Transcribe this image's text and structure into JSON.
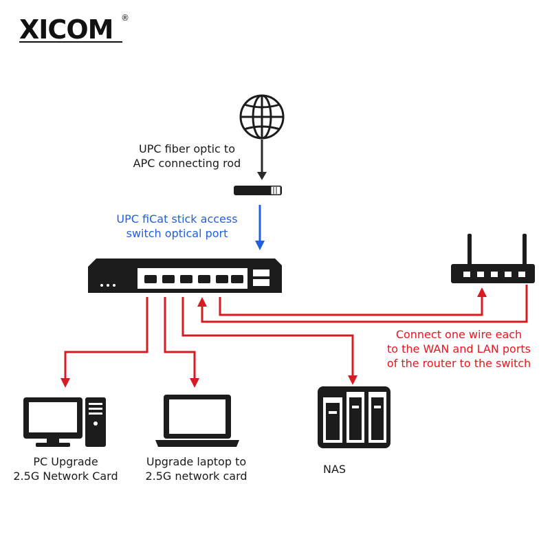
{
  "brand": {
    "name": "XICOM",
    "registered_mark": "®"
  },
  "labels": {
    "upc_to_apc": [
      "UPC fiber optic to",
      "APC connecting rod"
    ],
    "ficat_stick": [
      "UPC fiCat stick access",
      "switch optical port"
    ],
    "router_note": [
      "Connect one wire each",
      "to the WAN and LAN ports",
      "of the router to the switch"
    ],
    "pc": [
      "PC Upgrade",
      "2.5G Network Card"
    ],
    "laptop": [
      "Upgrade laptop to",
      "2.5G network card"
    ],
    "nas": "NAS"
  },
  "colors": {
    "device": "#1c1c1c",
    "fiber_arrow": "#2a2a2a",
    "stick_arrow": "#1f5fe0",
    "ethernet": "#d81b22",
    "blue_text": "#1f5fe0",
    "red_text": "#e8161e"
  },
  "icons": {
    "internet": "globe-icon",
    "fiber_rod": "fiber-stick-icon",
    "switch": "network-switch-icon",
    "router": "router-icon",
    "pc": "desktop-pc-icon",
    "laptop": "laptop-icon",
    "nas": "nas-icon"
  }
}
